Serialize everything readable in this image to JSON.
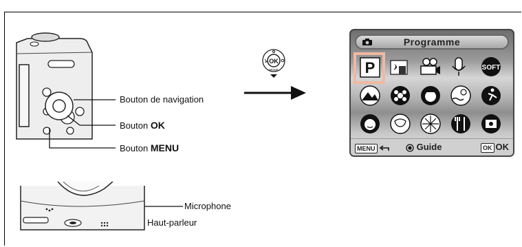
{
  "labels": {
    "nav_button": "Bouton de navigation",
    "ok_prefix": "Bouton ",
    "ok_key": "OK",
    "menu_prefix": "Bouton ",
    "menu_key": "MENU",
    "microphone": "Microphone",
    "speaker": "Haut-parleur"
  },
  "dpad": {
    "center_label": "OK",
    "bottom_label": "MODE"
  },
  "screen": {
    "mode_title": "Programme",
    "selected_mode": "P",
    "soft_icon": "SOFT",
    "footer": {
      "menu_tag": "MENU",
      "guide_label": "Guide",
      "ok_tag": "OK",
      "ok_label": "OK"
    },
    "mode_icons": [
      "program-p-icon",
      "night-scene-icon",
      "movie-icon",
      "voice-recording-icon",
      "soft-icon",
      "landscape-icon",
      "flower-icon",
      "portrait-icon",
      "surf-snow-icon",
      "sport-icon",
      "kids-icon",
      "pet-icon",
      "fireworks-icon",
      "food-icon",
      "frame-composite-icon"
    ]
  }
}
